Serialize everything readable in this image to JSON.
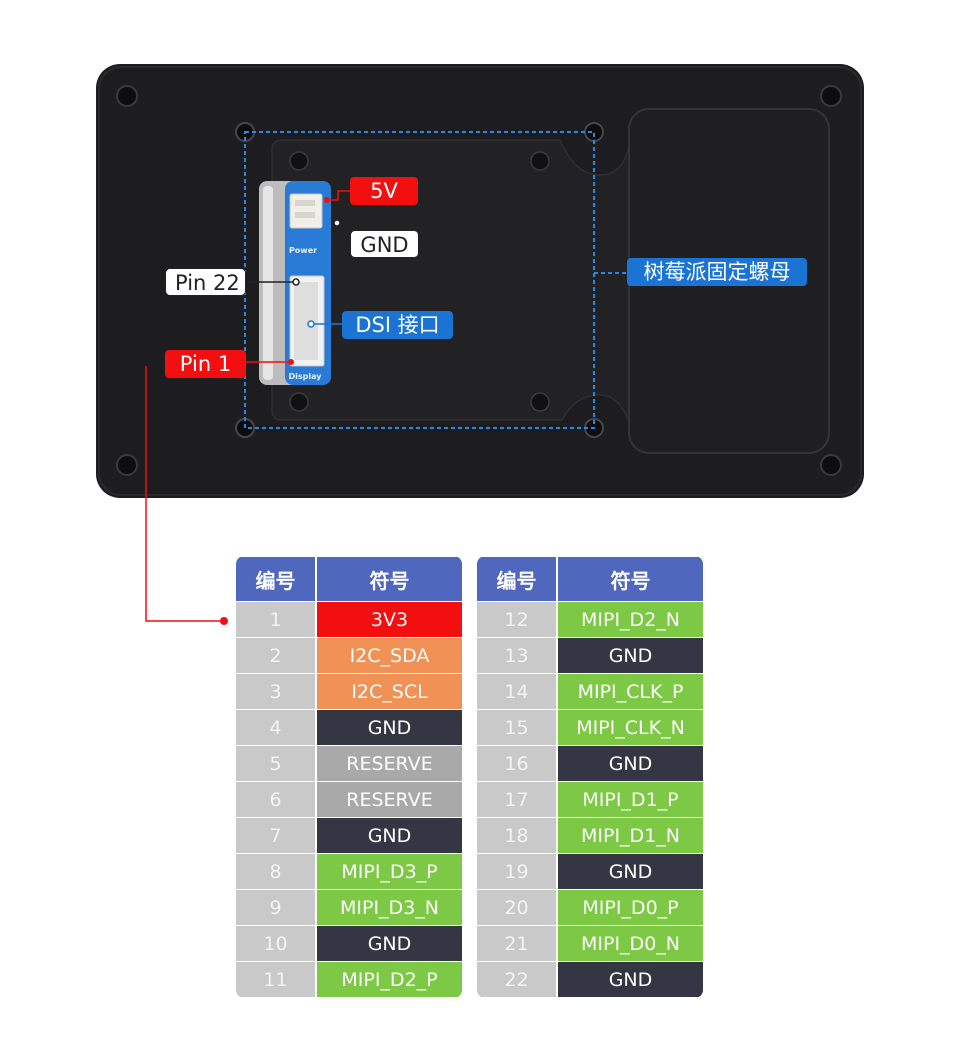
{
  "callouts": {
    "v5": "5V",
    "gnd": "GND",
    "pin22": "Pin 22",
    "dsi": "DSI 接口",
    "pin1": "Pin 1",
    "nut": "树莓派固定螺母"
  },
  "board": {
    "power_label": "Power",
    "display_label": "Display"
  },
  "table": {
    "col_num": "编号",
    "col_sym": "符号",
    "left": [
      {
        "num": "1",
        "sym": "3V3",
        "color": "#f30f0f"
      },
      {
        "num": "2",
        "sym": "I2C_SDA",
        "color": "#f09156"
      },
      {
        "num": "3",
        "sym": "I2C_SCL",
        "color": "#f09156"
      },
      {
        "num": "4",
        "sym": "GND",
        "color": "#343743"
      },
      {
        "num": "5",
        "sym": "RESERVE",
        "color": "#a9a9a9"
      },
      {
        "num": "6",
        "sym": "RESERVE",
        "color": "#a9a9a9"
      },
      {
        "num": "7",
        "sym": "GND",
        "color": "#343743"
      },
      {
        "num": "8",
        "sym": "MIPI_D3_P",
        "color": "#7dc845"
      },
      {
        "num": "9",
        "sym": "MIPI_D3_N",
        "color": "#7dc845"
      },
      {
        "num": "10",
        "sym": "GND",
        "color": "#343743"
      },
      {
        "num": "11",
        "sym": "MIPI_D2_P",
        "color": "#7dc845"
      }
    ],
    "right": [
      {
        "num": "12",
        "sym": "MIPI_D2_N",
        "color": "#7dc845"
      },
      {
        "num": "13",
        "sym": "GND",
        "color": "#343743"
      },
      {
        "num": "14",
        "sym": "MIPI_CLK_P",
        "color": "#7dc845"
      },
      {
        "num": "15",
        "sym": "MIPI_CLK_N",
        "color": "#7dc845"
      },
      {
        "num": "16",
        "sym": "GND",
        "color": "#343743"
      },
      {
        "num": "17",
        "sym": "MIPI_D1_P",
        "color": "#7dc845"
      },
      {
        "num": "18",
        "sym": "MIPI_D1_N",
        "color": "#7dc845"
      },
      {
        "num": "19",
        "sym": "GND",
        "color": "#343743"
      },
      {
        "num": "20",
        "sym": "MIPI_D0_P",
        "color": "#7dc845"
      },
      {
        "num": "21",
        "sym": "MIPI_D0_N",
        "color": "#7dc845"
      },
      {
        "num": "22",
        "sym": "GND",
        "color": "#343743"
      }
    ]
  }
}
